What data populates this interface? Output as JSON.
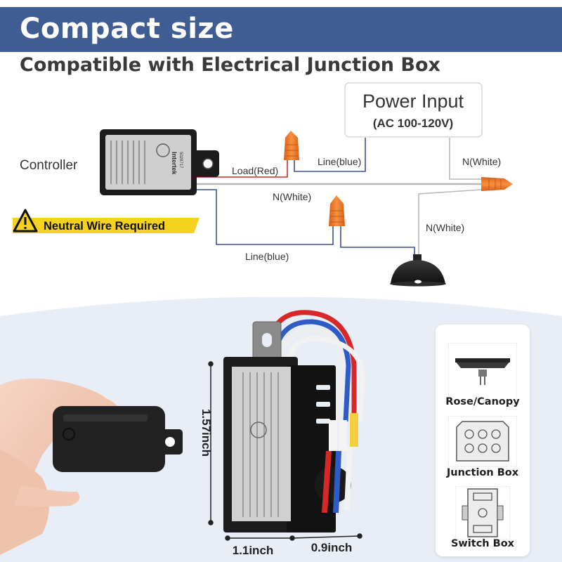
{
  "header": {
    "title": "Compact size",
    "subtitle": "Compatible with Electrical Junction Box"
  },
  "wiring": {
    "power_input_title": "Power Input",
    "power_input_range": "(AC 100-120V)",
    "controller_label": "Controller",
    "load_label": "Load(Red)",
    "line_top_label": "Line(blue)",
    "n_white_right_label": "N(White)",
    "n_white_mid_label": "N(White)",
    "n_white_lamp_label": "N(White)",
    "line_bottom_label": "Line(blue)",
    "neutral_warning": "Neutral Wire Required",
    "module_markings": {
      "brand_logo": "Intertek",
      "cert_number": "5028717"
    }
  },
  "dimensions": {
    "height": "1.57inch",
    "width": "1.1inch",
    "depth": "0.9inch"
  },
  "compatibility": {
    "items": [
      {
        "label": "Rose/Canopy",
        "icon": "rose-canopy-icon"
      },
      {
        "label": "Junction Box",
        "icon": "junction-box-icon"
      },
      {
        "label": "Switch Box",
        "icon": "switch-box-icon"
      }
    ]
  },
  "colors": {
    "banner": "#3f5d92",
    "wire_blue": "#3a4f9a",
    "wire_red": "#d62828",
    "wire_nut": "#f07a2a",
    "warning_yellow": "#f5d21f",
    "module": "#1c1c1c"
  }
}
